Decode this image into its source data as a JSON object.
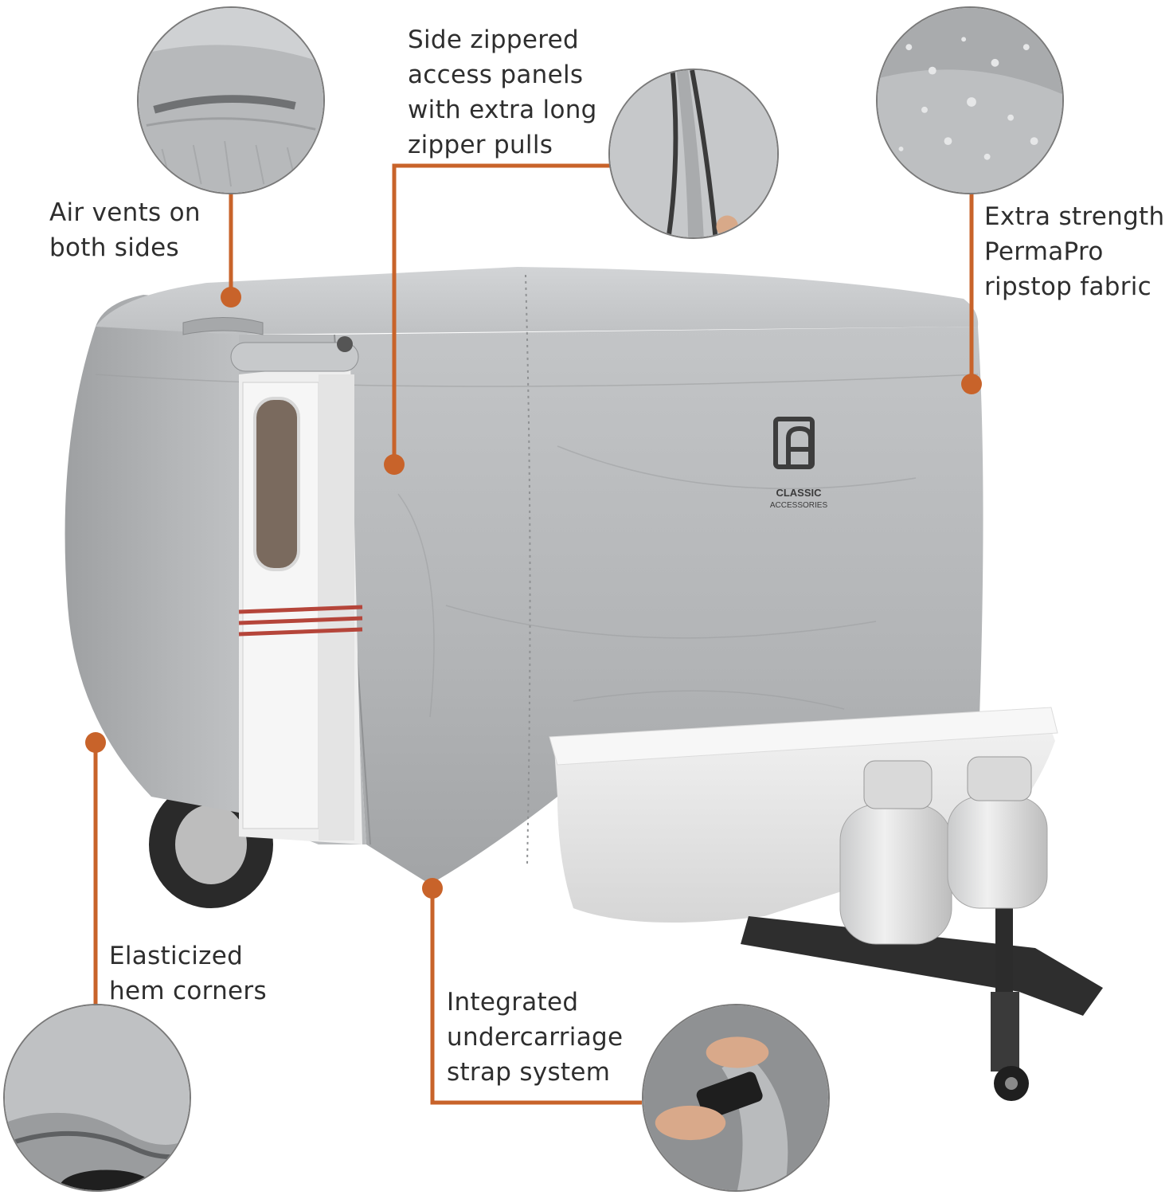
{
  "product": {
    "brand_logo_name": "CLASSIC",
    "brand_logo_sub": "ACCESSORIES",
    "brand_logo_icon": "classic-accessories-monogram-icon"
  },
  "callouts": {
    "air_vents": "Air vents on\nboth sides",
    "zippered_panels": "Side zippered\naccess panels\nwith extra long\nzipper pulls",
    "fabric": "Extra strength\nPermaPro\nripstop fabric",
    "hem_corners": "Elasticized\nhem corners",
    "strap_system": "Integrated\nundercarriage\nstrap system"
  },
  "colors": {
    "accent": "#c8632a",
    "cover_gray": "#a9abad",
    "cover_light": "#c4c6c8",
    "text": "#2e2e2e"
  }
}
